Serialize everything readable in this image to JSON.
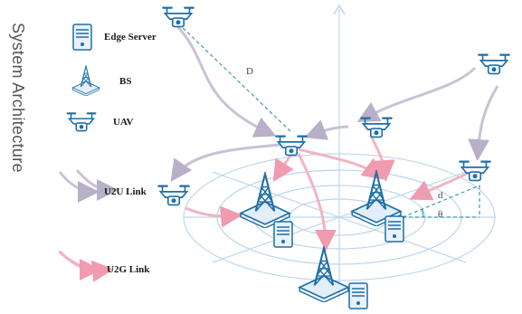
{
  "side_title": "System Architecture",
  "legend": {
    "edge_server": "Edge Server",
    "bs": "BS",
    "uav": "UAV",
    "u2u_link": "U2U Link",
    "u2g_link": "U2G Link"
  },
  "labels": {
    "distance_D": "D",
    "distance_d": "d",
    "angle": "θ"
  },
  "colors": {
    "icon_blue": "#2d8fcf",
    "icon_dark": "#1d6fa8",
    "u2u_link": "#c9c2d6",
    "u2g_link": "#f2b3c2",
    "rings": "#bcd6ee",
    "dashed": "#1e8a8a"
  }
}
